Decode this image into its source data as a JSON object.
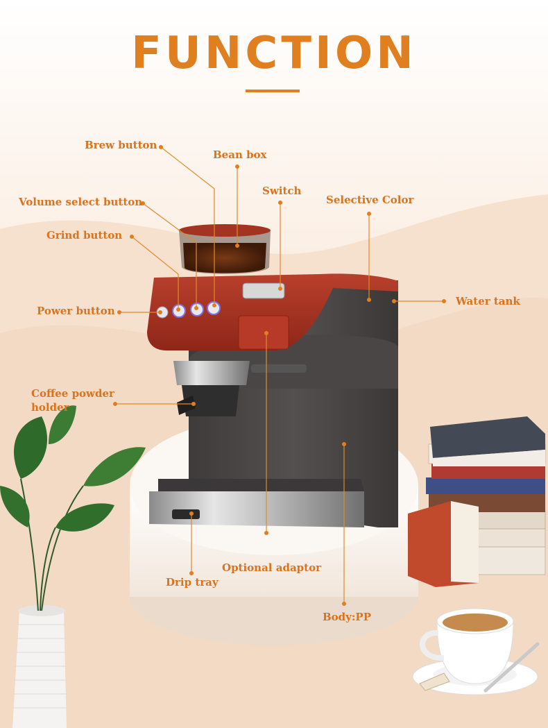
{
  "title": "FUNCTION",
  "colors": {
    "accent": "#e07f1f",
    "label": "#d9731d",
    "machine_red": "#a8301f",
    "machine_body": "#4a4646"
  },
  "labels": {
    "brew_button": "Brew button",
    "bean_box": "Bean box",
    "switch": "Switch",
    "selective_color": "Selective Color",
    "volume_select_button": "Volume select button",
    "grind_button": "Grind button",
    "power_button": "Power button",
    "water_tank": "Water tank",
    "coffee_powder_holder_line1": "Coffee powder",
    "coffee_powder_holder_line2": "holder",
    "optional_adaptor": "Optional adaptor",
    "drip_tray": "Drip tray",
    "body_pp": "Body:PP"
  }
}
